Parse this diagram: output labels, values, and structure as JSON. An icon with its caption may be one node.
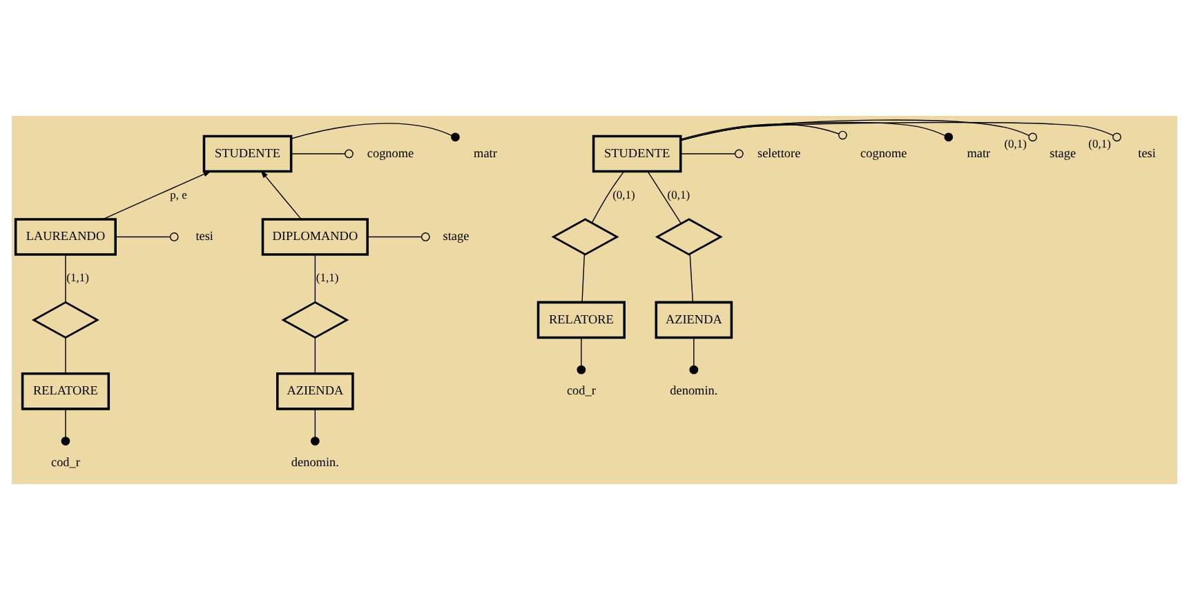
{
  "diagram": {
    "nodes": [
      {
        "text": [
          "STUDENTE"
        ]
      },
      {
        "text": [
          "matr"
        ]
      },
      {
        "text": [
          "cognome"
        ]
      },
      {
        "text": [
          "tesi"
        ]
      },
      {
        "text": [
          "LAUREANDO"
        ]
      },
      {
        "text": [
          "DIPLOMANDO"
        ]
      },
      {
        "text": [
          "stage"
        ]
      },
      {
        "text": [],
        "shape": "diamond"
      },
      {
        "text": [],
        "shape": "diamond"
      },
      {
        "text": [
          "RELATORE"
        ]
      },
      {
        "text": [
          "AZIENDA"
        ]
      },
      {
        "text": [
          "cod_r"
        ]
      },
      {
        "text": [
          "denomin."
        ]
      },
      {
        "text": [
          "tesi"
        ]
      },
      {
        "text": [
          "stage"
        ]
      },
      {
        "text": [
          "STUDENTE"
        ]
      },
      {
        "text": [
          "matr"
        ]
      },
      {
        "text": [
          "cognome"
        ]
      },
      {
        "text": [
          "selettore"
        ]
      },
      {
        "text": [],
        "shape": "diamond"
      },
      {
        "text": [],
        "shape": "diamond"
      },
      {
        "text": [
          "RELATORE"
        ]
      },
      {
        "text": [
          "AZIENDA"
        ]
      },
      {
        "text": [
          "cod_r"
        ]
      },
      {
        "text": [
          "denomin."
        ]
      }
    ],
    "edges": [
      {
        "from": 0,
        "to": 1,
        "arrow": "other"
      },
      {
        "from": 0,
        "to": 2,
        "arrow": "other"
      },
      {
        "from": 4,
        "to": 0,
        "arrow": "to",
        "label": "p, e"
      },
      {
        "from": 5,
        "to": 0,
        "arrow": "to"
      },
      {
        "from": 4,
        "to": 3,
        "arrow": "other"
      },
      {
        "from": 5,
        "to": 6,
        "arrow": "other"
      },
      {
        "from": 4,
        "to": 7,
        "arrow": "none",
        "label": "(1,1)"
      },
      {
        "from": 5,
        "to": 8,
        "arrow": "none",
        "label": "(1,1)"
      },
      {
        "from": 7,
        "to": 9,
        "arrow": "none"
      },
      {
        "from": 8,
        "to": 10,
        "arrow": "none"
      },
      {
        "from": 9,
        "to": 11,
        "arrow": "other"
      },
      {
        "from": 10,
        "to": 12,
        "arrow": "other"
      },
      {
        "from": 15,
        "to": 13,
        "arrow": "other",
        "label": "(0,1)"
      },
      {
        "from": 15,
        "to": 14,
        "arrow": "other",
        "label": "(0,1)"
      },
      {
        "from": 15,
        "to": 16,
        "arrow": "other"
      },
      {
        "from": 15,
        "to": 17,
        "arrow": "other"
      },
      {
        "from": 15,
        "to": 18,
        "arrow": "other"
      },
      {
        "from": 15,
        "to": 19,
        "arrow": "none",
        "label": "(0,1)"
      },
      {
        "from": 15,
        "to": 20,
        "arrow": "none",
        "label": "(0,1)"
      },
      {
        "from": 19,
        "to": 21,
        "arrow": "none"
      },
      {
        "from": 20,
        "to": 22,
        "arrow": "none"
      },
      {
        "from": 21,
        "to": 23,
        "arrow": "other"
      },
      {
        "from": 22,
        "to": 24,
        "arrow": "other"
      }
    ]
  }
}
